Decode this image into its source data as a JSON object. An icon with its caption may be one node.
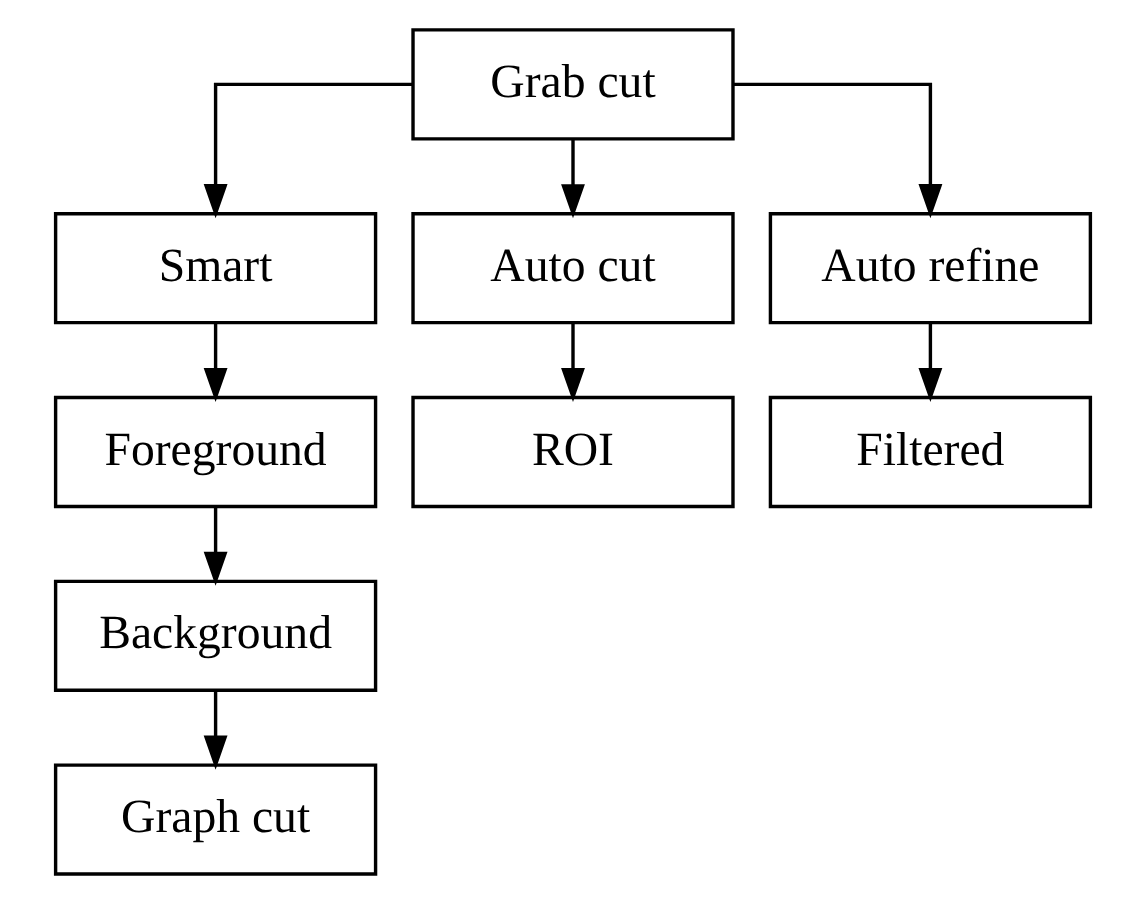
{
  "diagram": {
    "nodes": [
      {
        "text": [
          "Grab cut"
        ]
      },
      {
        "text": [
          "Smart"
        ]
      },
      {
        "text": [
          "Auto cut"
        ]
      },
      {
        "text": [
          "Auto refine"
        ]
      },
      {
        "text": [
          "Foreground"
        ]
      },
      {
        "text": [
          "ROI"
        ]
      },
      {
        "text": [
          "Filtered"
        ]
      },
      {
        "text": [
          "Background"
        ]
      },
      {
        "text": [
          "Graph cut"
        ]
      }
    ],
    "edges": [
      {
        "from": 0,
        "to": 1,
        "arrow": "to"
      },
      {
        "from": 0,
        "to": 2,
        "arrow": "to"
      },
      {
        "from": 0,
        "to": 3,
        "arrow": "to"
      },
      {
        "from": 1,
        "to": 4,
        "arrow": "to"
      },
      {
        "from": 2,
        "to": 5,
        "arrow": "to"
      },
      {
        "from": 3,
        "to": 6,
        "arrow": "to"
      },
      {
        "from": 4,
        "to": 7,
        "arrow": "to"
      },
      {
        "from": 7,
        "to": 8,
        "arrow": "to"
      }
    ]
  }
}
